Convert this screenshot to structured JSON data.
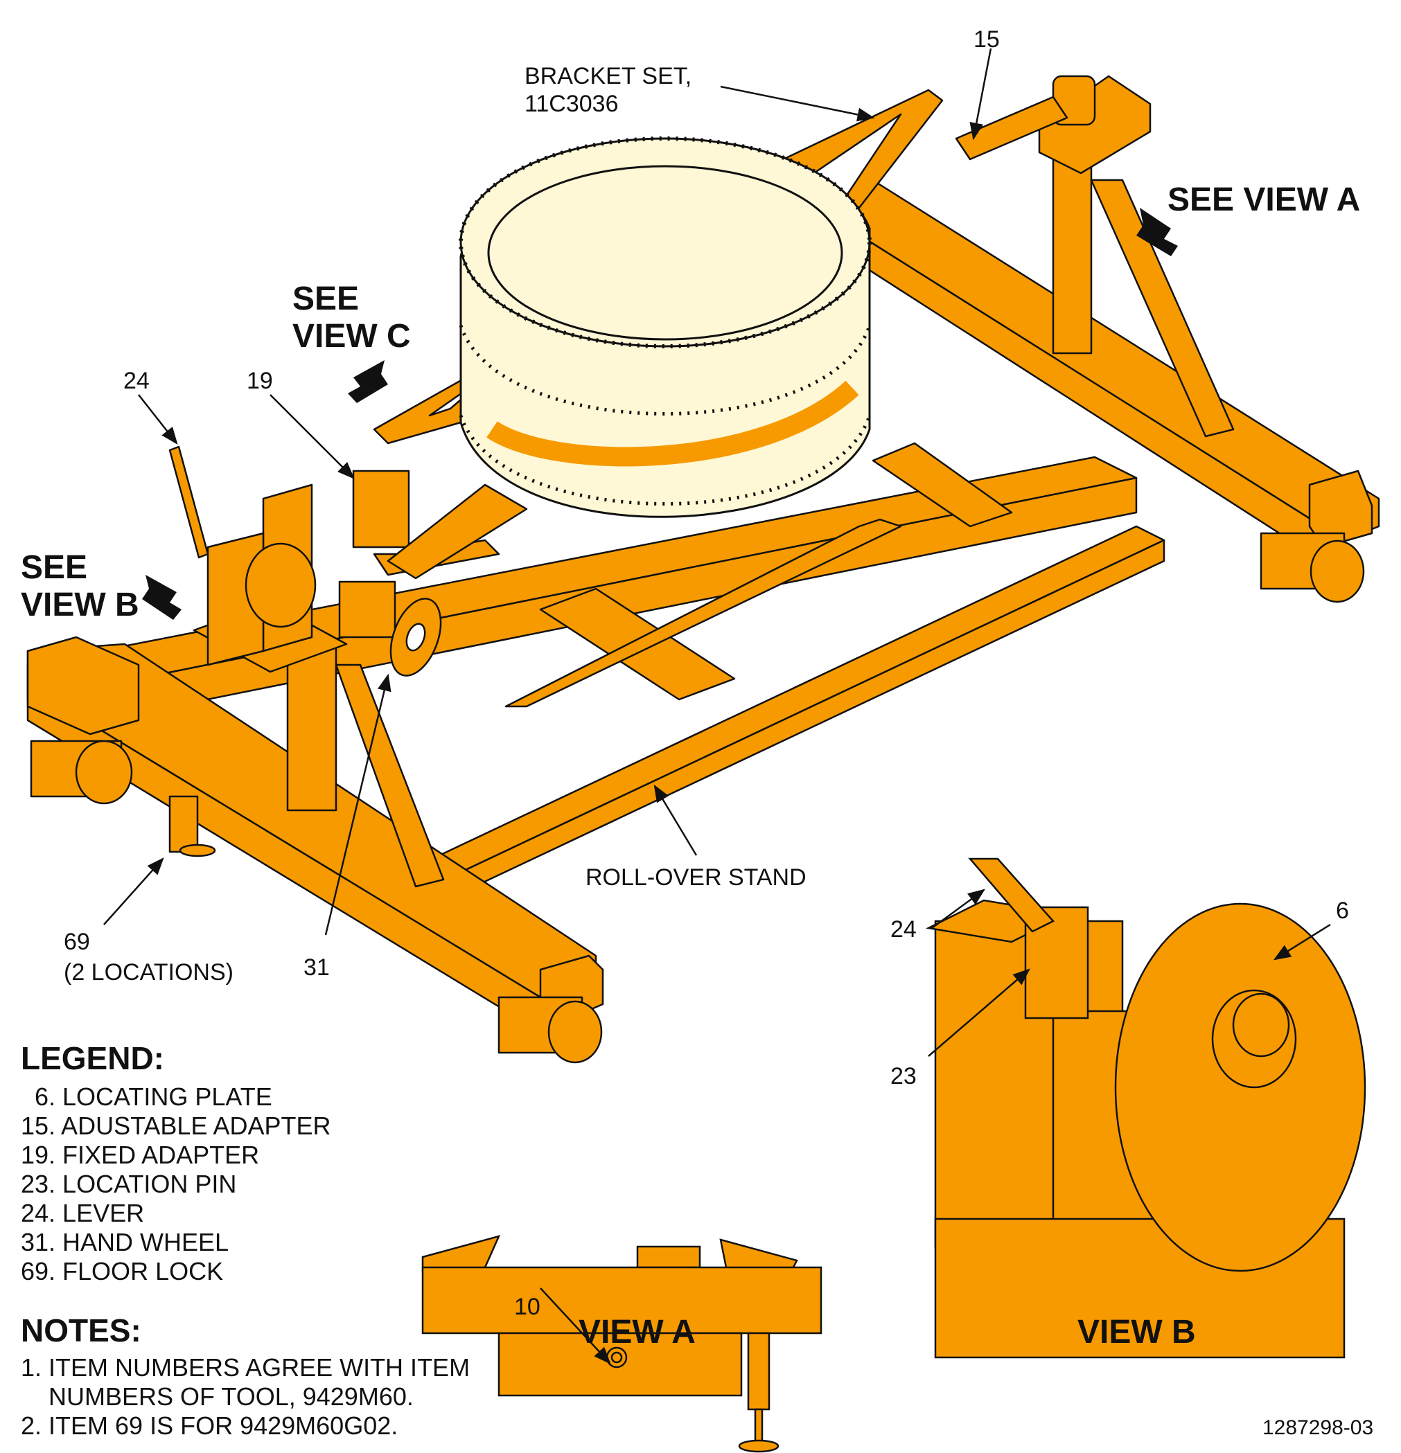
{
  "colors": {
    "structure": "#F79A00",
    "ring": "#FFF8D6",
    "ink": "#111111"
  },
  "labels": {
    "bracket_set": "BRACKET SET,\n11C3036",
    "roll_over_stand": "ROLL-OVER STAND",
    "see_view_a": "SEE VIEW A",
    "see_view_b": "SEE\nVIEW B",
    "see_view_c": "SEE\nVIEW C",
    "view_a": "VIEW A",
    "view_b": "VIEW B",
    "drawing_number": "1287298-03"
  },
  "callouts": {
    "c15": "15",
    "c19": "19",
    "c24_main": "24",
    "c31": "31",
    "c69": "69\n(2 LOCATIONS)",
    "c10": "10",
    "c6": "6",
    "c24_viewb": "24",
    "c23": "23"
  },
  "legend": {
    "title": "LEGEND:",
    "items": [
      "  6. LOCATING PLATE",
      "15. ADUSTABLE ADAPTER",
      "19. FIXED ADAPTER",
      "23. LOCATION PIN",
      "24. LEVER",
      "31. HAND WHEEL",
      "69. FLOOR LOCK"
    ]
  },
  "notes": {
    "title": "NOTES:",
    "items": [
      "1. ITEM NUMBERS AGREE WITH ITEM",
      "    NUMBERS OF TOOL, 9429M60.",
      "2. ITEM 69 IS FOR 9429M60G02."
    ]
  }
}
